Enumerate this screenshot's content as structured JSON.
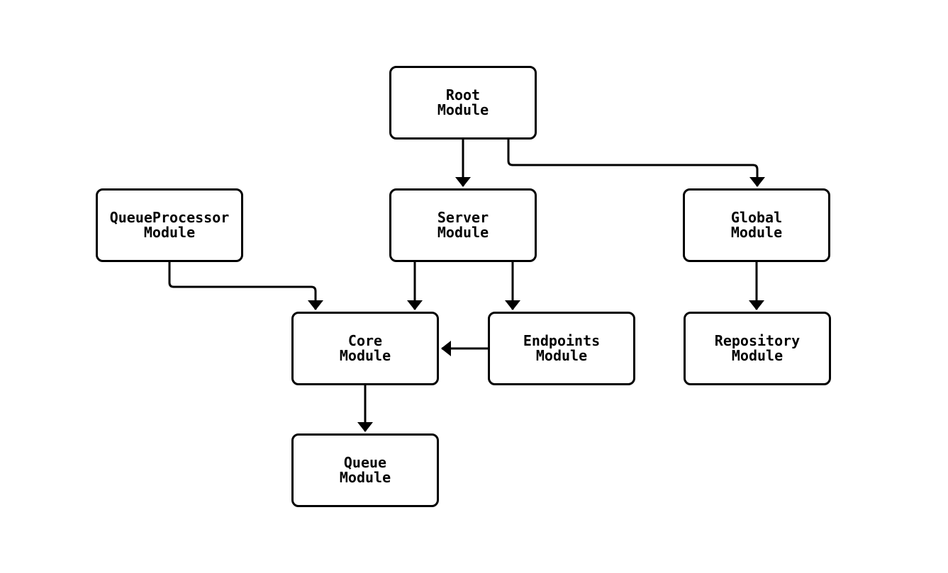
{
  "diagram": {
    "type": "flowchart-module-dependency",
    "background_color": "#ffffff",
    "node_fill_color": "#ffffff",
    "node_border_color": "#000000",
    "edge_color": "#000000",
    "text_color": "#000000",
    "nodes": [
      {
        "id": "root",
        "line1": "Root",
        "line2": "Module"
      },
      {
        "id": "queueProcessor",
        "line1": "QueueProcessor",
        "line2": "Module"
      },
      {
        "id": "server",
        "line1": "Server",
        "line2": "Module"
      },
      {
        "id": "global",
        "line1": "Global",
        "line2": "Module"
      },
      {
        "id": "core",
        "line1": "Core",
        "line2": "Module"
      },
      {
        "id": "endpoints",
        "line1": "Endpoints",
        "line2": "Module"
      },
      {
        "id": "repository",
        "line1": "Repository",
        "line2": "Module"
      },
      {
        "id": "queue",
        "line1": "Queue",
        "line2": "Module"
      }
    ],
    "edges": [
      {
        "from": "Root Module",
        "to": "Server Module"
      },
      {
        "from": "Root Module",
        "to": "Global Module"
      },
      {
        "from": "QueueProcessor Module",
        "to": "Core Module"
      },
      {
        "from": "Server Module",
        "to": "Core Module"
      },
      {
        "from": "Server Module",
        "to": "Endpoints Module"
      },
      {
        "from": "Endpoints Module",
        "to": "Core Module"
      },
      {
        "from": "Global Module",
        "to": "Repository Module"
      },
      {
        "from": "Core Module",
        "to": "Queue Module"
      }
    ]
  }
}
